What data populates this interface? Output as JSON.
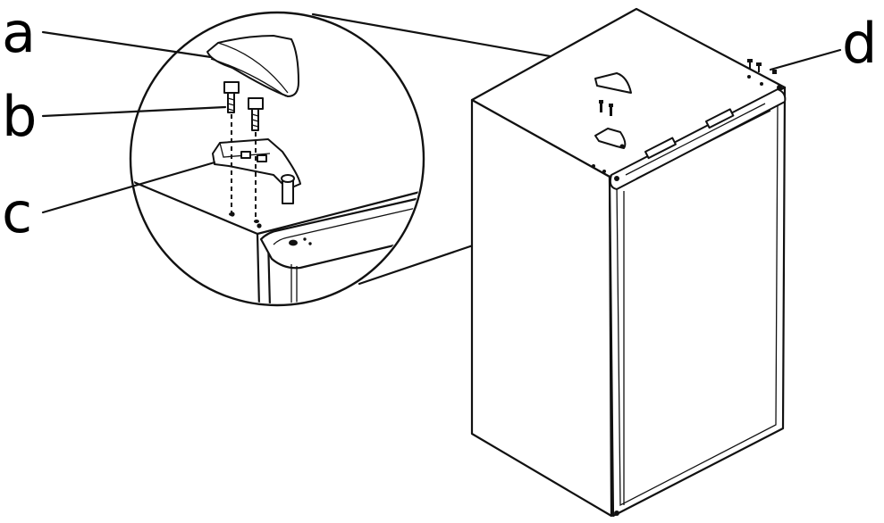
{
  "labels": {
    "a": "a",
    "b": "b",
    "c": "c",
    "d": "d"
  },
  "parts": {
    "a": "hinge-cover",
    "b": "screws",
    "c": "top-hinge-bracket",
    "d": "hole-cover-screws"
  },
  "colors": {
    "line": "#111111",
    "background": "#ffffff"
  }
}
